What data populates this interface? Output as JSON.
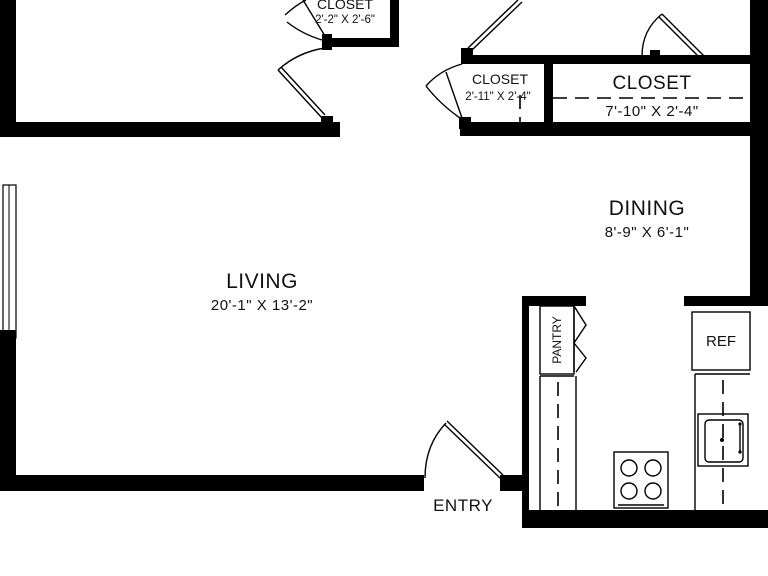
{
  "rooms": {
    "living": {
      "name": "LIVING",
      "dims": "20'-1\" X 13'-2\""
    },
    "dining": {
      "name": "DINING",
      "dims": "8'-9\" X 6'-1\""
    },
    "closet_top": {
      "name": "CLOSET",
      "dims": "2'-2\" X 2'-6\""
    },
    "closet_small": {
      "name": "CLOSET",
      "dims": "2'-11\" X 2'-4\""
    },
    "closet_large": {
      "name": "CLOSET",
      "dims": "7'-10\" X 2'-4\""
    }
  },
  "labels": {
    "entry": "ENTRY",
    "pantry": "PANTRY",
    "ref": "REF"
  },
  "colors": {
    "wall": "#000000",
    "background": "#ffffff"
  }
}
